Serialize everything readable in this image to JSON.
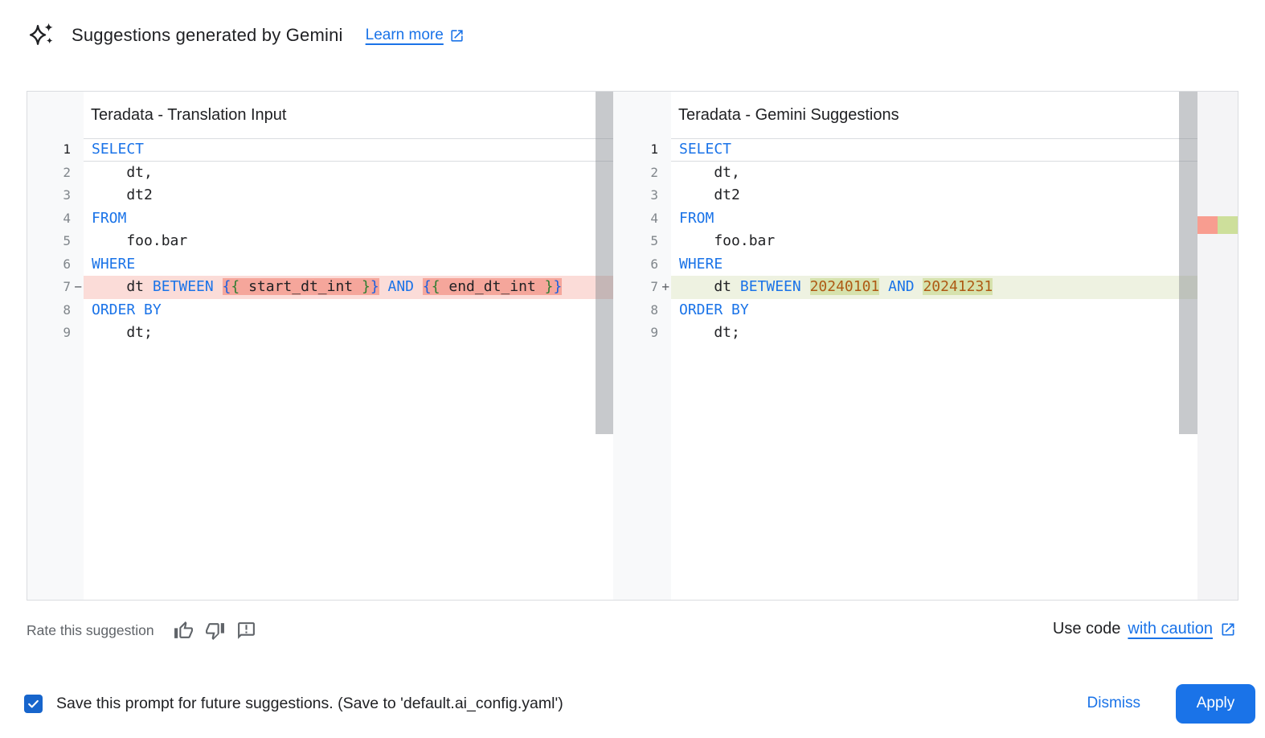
{
  "header": {
    "icon": "gemini-sparkle-icon",
    "title": "Suggestions generated by Gemini",
    "learn_more_label": "Learn more",
    "learn_more_icon": "external-link-icon"
  },
  "diff": {
    "panels": [
      {
        "side": "left",
        "title": "Teradata - Translation Input",
        "lines": [
          {
            "num": "1",
            "sign": "",
            "type": "current",
            "segs": [
              [
                "SELECT",
                "kw"
              ]
            ]
          },
          {
            "num": "2",
            "sign": "",
            "type": "normal",
            "segs": [
              [
                "    dt,",
                "pl"
              ]
            ]
          },
          {
            "num": "3",
            "sign": "",
            "type": "normal",
            "segs": [
              [
                "    dt2",
                "pl"
              ]
            ]
          },
          {
            "num": "4",
            "sign": "",
            "type": "normal",
            "segs": [
              [
                "FROM",
                "kw"
              ]
            ]
          },
          {
            "num": "5",
            "sign": "",
            "type": "normal",
            "segs": [
              [
                "    foo.bar",
                "pl"
              ]
            ]
          },
          {
            "num": "6",
            "sign": "",
            "type": "normal",
            "segs": [
              [
                "WHERE",
                "kw"
              ]
            ]
          },
          {
            "num": "7",
            "sign": "−",
            "type": "removed",
            "segs": [
              [
                "    dt ",
                "pl"
              ],
              [
                "BETWEEN",
                "kw"
              ],
              [
                " ",
                "pl"
              ],
              [
                "{",
                "bb",
                true
              ],
              [
                "{",
                "bg",
                true
              ],
              [
                " start_dt_int ",
                "pl",
                true
              ],
              [
                "}",
                "bg",
                true
              ],
              [
                "}",
                "bb",
                true
              ],
              [
                " ",
                "pl"
              ],
              [
                "AND",
                "kw"
              ],
              [
                " ",
                "pl"
              ],
              [
                "{",
                "bb",
                true
              ],
              [
                "{",
                "bg",
                true
              ],
              [
                " end_dt_int ",
                "pl",
                true
              ],
              [
                "}",
                "bg",
                true
              ],
              [
                "}",
                "bb",
                true
              ]
            ]
          },
          {
            "num": "8",
            "sign": "",
            "type": "normal",
            "segs": [
              [
                "ORDER BY",
                "kw"
              ]
            ]
          },
          {
            "num": "9",
            "sign": "",
            "type": "normal",
            "segs": [
              [
                "    dt;",
                "pl"
              ]
            ]
          }
        ]
      },
      {
        "side": "right",
        "title": "Teradata - Gemini Suggestions",
        "lines": [
          {
            "num": "1",
            "sign": "",
            "type": "current",
            "segs": [
              [
                "SELECT",
                "kw"
              ]
            ]
          },
          {
            "num": "2",
            "sign": "",
            "type": "normal",
            "segs": [
              [
                "    dt,",
                "pl"
              ]
            ]
          },
          {
            "num": "3",
            "sign": "",
            "type": "normal",
            "segs": [
              [
                "    dt2",
                "pl"
              ]
            ]
          },
          {
            "num": "4",
            "sign": "",
            "type": "normal",
            "segs": [
              [
                "FROM",
                "kw"
              ]
            ]
          },
          {
            "num": "5",
            "sign": "",
            "type": "normal",
            "segs": [
              [
                "    foo.bar",
                "pl"
              ]
            ]
          },
          {
            "num": "6",
            "sign": "",
            "type": "normal",
            "segs": [
              [
                "WHERE",
                "kw"
              ]
            ]
          },
          {
            "num": "7",
            "sign": "+",
            "type": "added",
            "segs": [
              [
                "    dt ",
                "pl"
              ],
              [
                "BETWEEN",
                "kw"
              ],
              [
                " ",
                "pl"
              ],
              [
                "20240101",
                "num",
                true
              ],
              [
                " ",
                "pl"
              ],
              [
                "AND",
                "kw"
              ],
              [
                " ",
                "pl"
              ],
              [
                "20241231",
                "num",
                true
              ]
            ]
          },
          {
            "num": "8",
            "sign": "",
            "type": "normal",
            "segs": [
              [
                "ORDER BY",
                "kw"
              ]
            ]
          },
          {
            "num": "9",
            "sign": "",
            "type": "normal",
            "segs": [
              [
                "    dt;",
                "pl"
              ]
            ]
          }
        ]
      }
    ]
  },
  "rate": {
    "label": "Rate this suggestion",
    "icons": [
      "thumbs-up-icon",
      "thumbs-down-icon",
      "feedback-icon"
    ]
  },
  "caution": {
    "prefix": "Use code",
    "link_label": "with caution",
    "link_icon": "external-link-icon"
  },
  "footer": {
    "checkbox_checked": true,
    "save_label": "Save this prompt for future suggestions. (Save to 'default.ai_config.yaml')",
    "dismiss_label": "Dismiss",
    "apply_label": "Apply"
  },
  "colors": {
    "accent_blue": "#1a73e8",
    "checkbox_blue": "#1765cc",
    "keyword": "#1a73e8",
    "number_literal": "#ae5a14",
    "brace_outer": "#1a5fe0",
    "brace_inner": "#2e7d32",
    "removed_line_bg": "#fbdcd8",
    "removed_word_bg": "#f5a69b",
    "added_line_bg": "#eef2e1",
    "added_word_bg": "#d6e2ad",
    "overview_removed": "#f89d90",
    "overview_added": "#cddf9b",
    "gutter_bg": "#f8f9fa",
    "line_number": "#80868b",
    "muted_text": "#5f6368",
    "border": "#dadce0"
  }
}
